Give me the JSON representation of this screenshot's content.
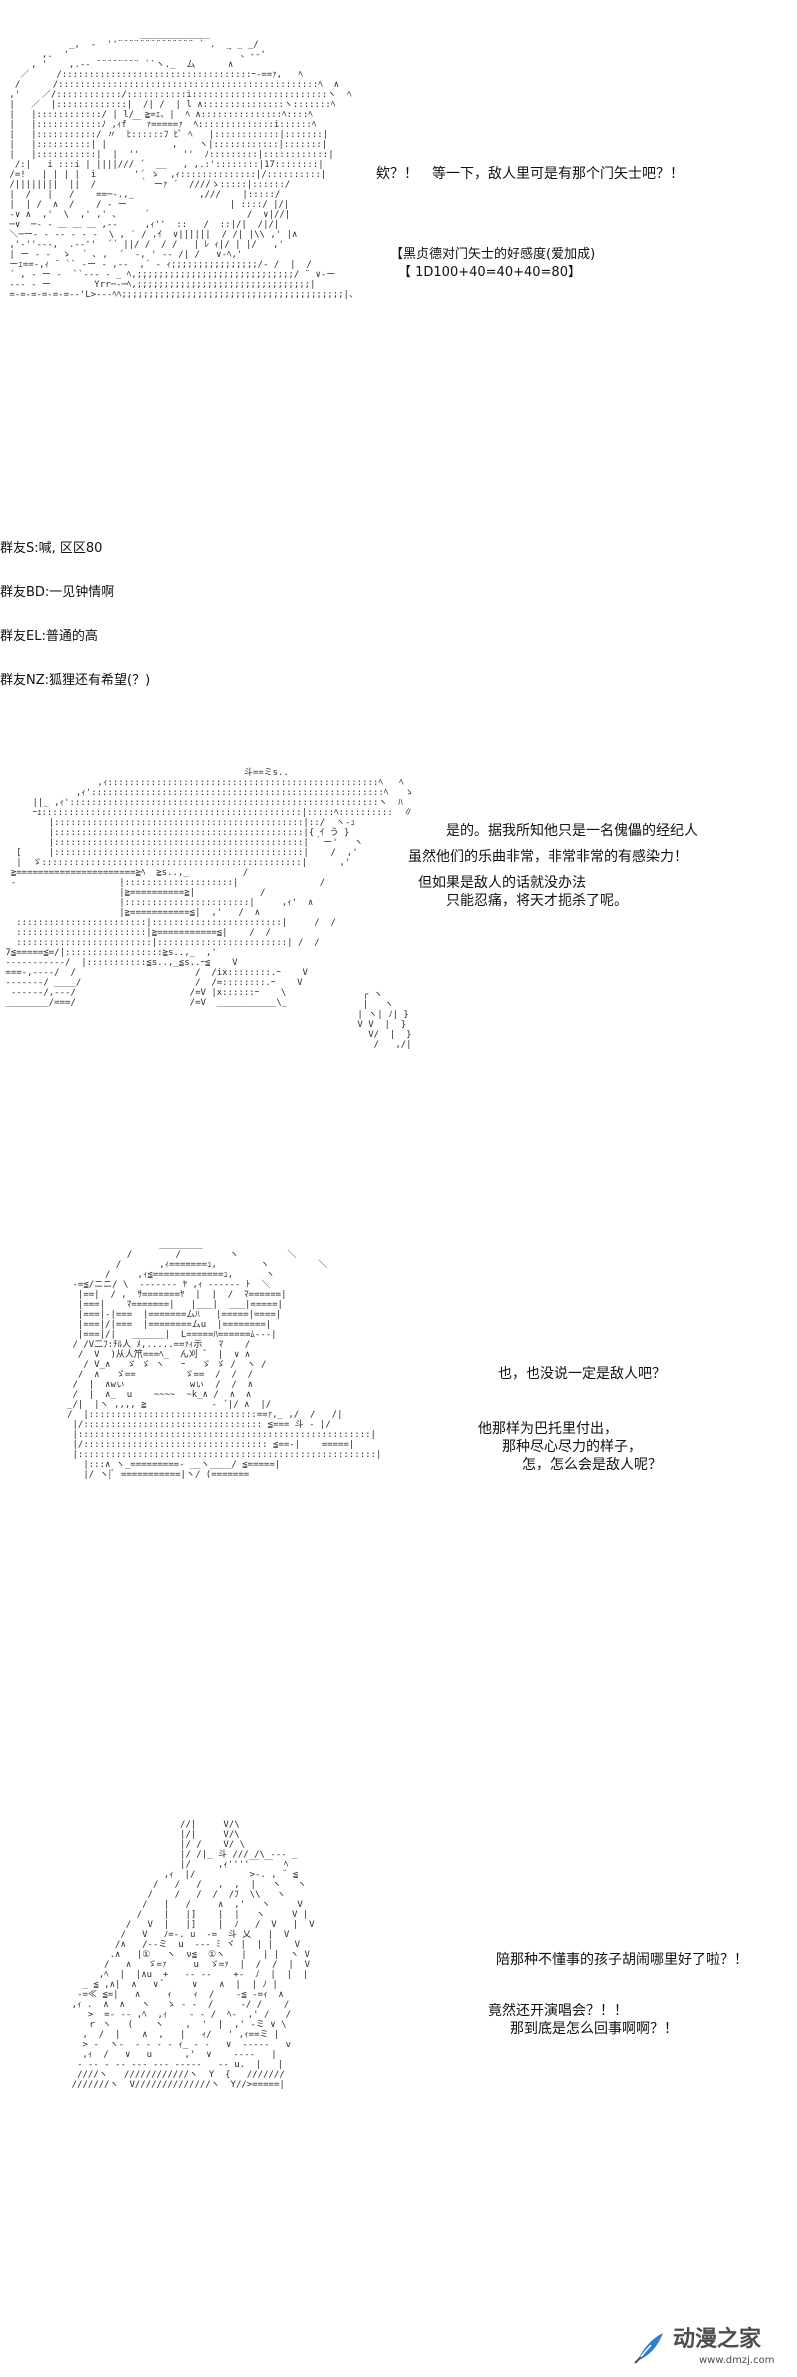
{
  "watermark": {
    "title": "动漫之家",
    "url": "www.dmzj.com",
    "colors": {
      "blue": "#2a7fd4",
      "gray": "#4d4d4d"
    },
    "icon": "feather-pen-logo"
  },
  "panel1": {
    "dialog": "欸？！　等一下，敌人里可是有那个门矢士吧？！",
    "roll_title": "【黑贞德对门矢士的好感度(爱加成)",
    "roll_formula": "【 1D100+40=40+40=80】"
  },
  "chat": [
    "群友S:喊, 区区80",
    "群友BD:一见钟情啊",
    "群友EL:普通的高",
    "群友NZ:狐狸还有希望(？)"
  ],
  "panel2": {
    "lines": [
      "是的。据我所知他只是一名傀儡的经纪人",
      "虽然他们的乐曲非常，非常非常的有感染力！",
      "但如果是敌人的话就没办法",
      "只能忍痛，将天才扼杀了呢。"
    ]
  },
  "panel3": {
    "lines": [
      "也，也没说一定是敌人吧？",
      "他那样为巴托里付出，",
      "那种尽心尽力的样子，",
      "怎，怎么会是敌人呢？"
    ]
  },
  "panel4": {
    "lines": [
      "陪那种不懂事的孩子胡闹哪里好了啦？！",
      "竟然还开演唱会？！！",
      "那到底是怎么回事啊啊？！"
    ]
  }
}
